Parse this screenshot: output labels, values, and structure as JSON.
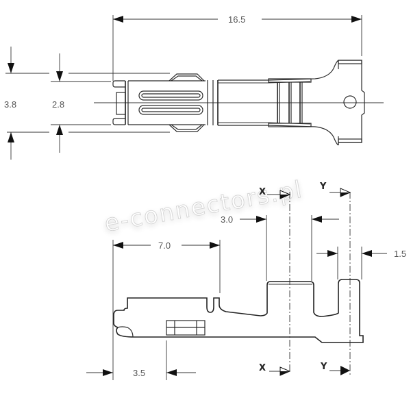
{
  "drawing": {
    "subject": "crimp terminal technical drawing",
    "top_view": {
      "dimensions": {
        "overall_length": "16.5",
        "outer_height": "3.8",
        "inner_height": "2.8"
      }
    },
    "side_view": {
      "dimensions": {
        "contact_length": "7.0",
        "tab_offset": "3.5",
        "wire_crimp_width": "3.0",
        "insulation_crimp_width": "1.5"
      },
      "section_labels": {
        "x_top": "X",
        "x_bottom": "X",
        "y_top": "Y",
        "y_bottom": "Y"
      }
    },
    "watermark": "e-connectors.pl"
  }
}
